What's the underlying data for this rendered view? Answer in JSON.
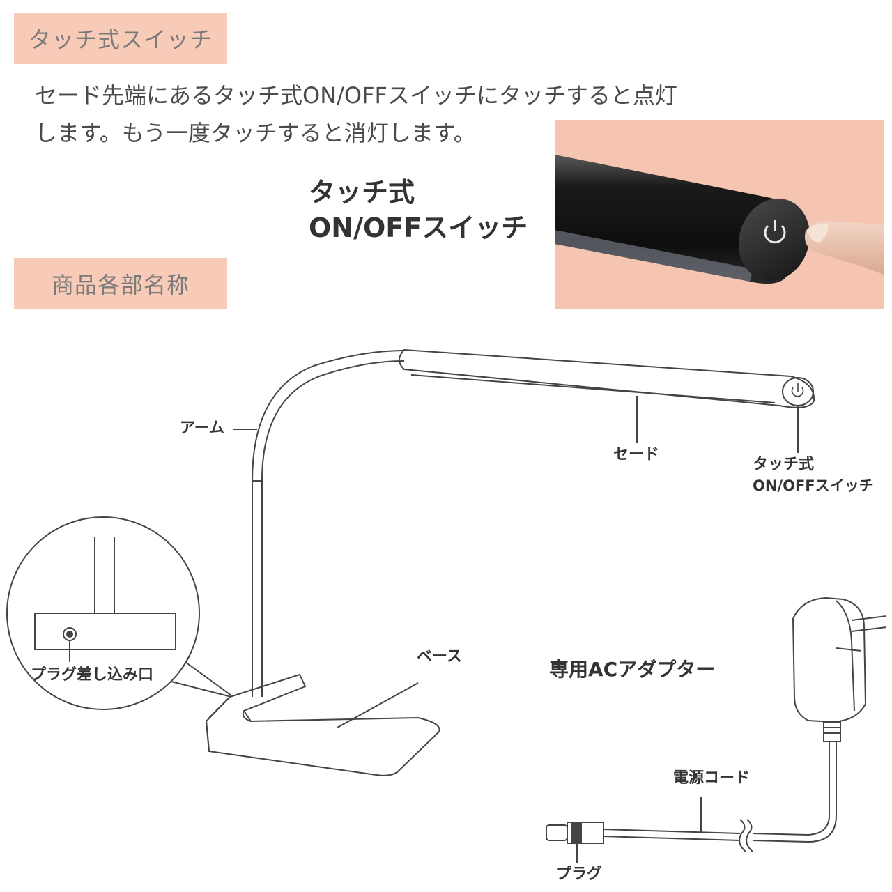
{
  "section_touch": {
    "title": "タッチ式スイッチ",
    "desc_line1": "セード先端にあるタッチ式ON/OFFスイッチにタッチすると点灯",
    "desc_line2": "します。もう一度タッチすると消灯します。",
    "label_line1": "タッチ式",
    "label_line2": "ON/OFFスイッチ"
  },
  "section_parts": {
    "title": "商品各部名称",
    "labels": {
      "arm": "アーム",
      "shade": "セード",
      "switch_line1": "タッチ式",
      "switch_line2": "ON/OFFスイッチ",
      "base": "ベース",
      "plug_socket": "プラグ差し込み口",
      "adapter": "専用ACアダプター",
      "power_cord": "電源コード",
      "plug": "プラグ"
    }
  },
  "colors": {
    "label_bg": "#f7cbb7",
    "photo_bg": "#f6c5b1",
    "line_art": "#444444"
  }
}
